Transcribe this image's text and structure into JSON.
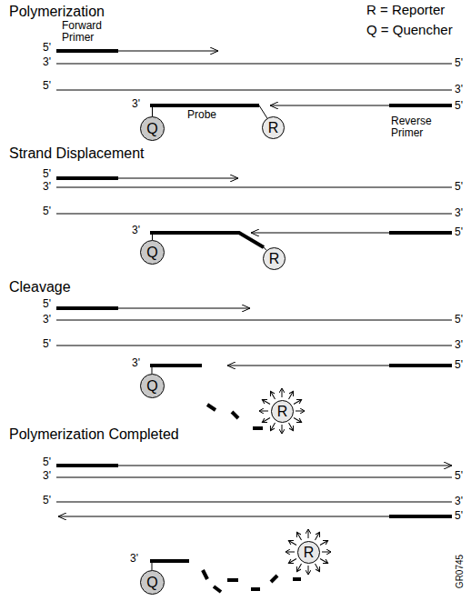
{
  "diagram": {
    "nodes": [
      {
        "text": [
          "Q"
        ]
      },
      {
        "text": [
          "R"
        ]
      },
      {
        "text": [
          "Q"
        ]
      },
      {
        "text": [
          "R"
        ]
      },
      {
        "text": [
          "Q"
        ]
      },
      {
        "text": [
          "R"
        ]
      },
      {
        "text": [
          "Q"
        ]
      },
      {
        "text": [
          "R"
        ]
      }
    ],
    "edges": [
      {
        "from": 0,
        "to": 1,
        "arrow": "none",
        "label": "Probe"
      },
      {
        "from": 2,
        "to": 3,
        "arrow": "none"
      }
    ],
    "labels": [
      "R = Reporter",
      "Q = Quencher",
      "Polymerization",
      "Forward Primer",
      "5'",
      "3'",
      "5'",
      "5'",
      "3'",
      "3'",
      "5'",
      "Reverse Primer",
      "Strand Displacement",
      "5'",
      "3'",
      "5'",
      "5'",
      "3'",
      "3'",
      "5'",
      "Cleavage",
      "5'",
      "3'",
      "5'",
      "5'",
      "3'",
      "3'",
      "5'",
      "Polymerization Completed",
      "5'",
      "3'",
      "5'",
      "5'",
      "3'",
      "5'",
      "3'",
      "GR0745"
    ]
  }
}
